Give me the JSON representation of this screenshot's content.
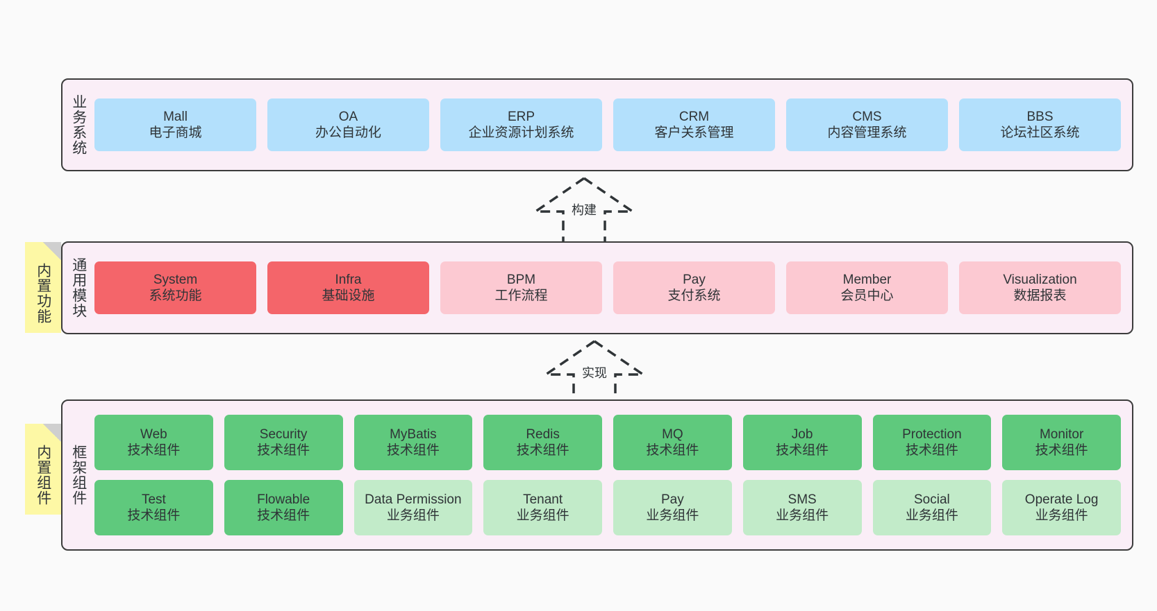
{
  "diagram": {
    "title": "ruoyi-vue-pro architecture layers",
    "background": "#fafafa",
    "colors": {
      "container_bg": "#faeef7",
      "container_border": "#3c3c3c",
      "business_box": "#b3e0fc",
      "module_active": "#f4656a",
      "module_inactive": "#fcc9d2",
      "tech_component": "#5fc97d",
      "biz_component": "#c2ebc9",
      "sticky_note": "#fdf8a5",
      "sticky_fold": "#cfcfcf"
    }
  },
  "layers": [
    {
      "id": "business",
      "label": "业务系统",
      "rows": [
        [
          {
            "t1": "Mall",
            "t2": "电子商城"
          },
          {
            "t1": "OA",
            "t2": "办公自动化"
          },
          {
            "t1": "ERP",
            "t2": "企业资源计划系统"
          },
          {
            "t1": "CRM",
            "t2": "客户关系管理"
          },
          {
            "t1": "CMS",
            "t2": "内容管理系统"
          },
          {
            "t1": "BBS",
            "t2": "论坛社区系统"
          }
        ]
      ]
    },
    {
      "id": "modules",
      "label": "通用模块",
      "sticky": "内置功能",
      "rows": [
        [
          {
            "t1": "System",
            "t2": "系统功能",
            "style": "c-red"
          },
          {
            "t1": "Infra",
            "t2": "基础设施",
            "style": "c-red"
          },
          {
            "t1": "BPM",
            "t2": "工作流程",
            "style": "c-pink"
          },
          {
            "t1": "Pay",
            "t2": "支付系统",
            "style": "c-pink"
          },
          {
            "t1": "Member",
            "t2": "会员中心",
            "style": "c-pink"
          },
          {
            "t1": "Visualization",
            "t2": "数据报表",
            "style": "c-pink"
          }
        ]
      ]
    },
    {
      "id": "framework",
      "label": "框架组件",
      "sticky": "内置组件",
      "rows": [
        [
          {
            "t1": "Web",
            "t2": "技术组件",
            "style": "c-green"
          },
          {
            "t1": "Security",
            "t2": "技术组件",
            "style": "c-green"
          },
          {
            "t1": "MyBatis",
            "t2": "技术组件",
            "style": "c-green"
          },
          {
            "t1": "Redis",
            "t2": "技术组件",
            "style": "c-green"
          },
          {
            "t1": "MQ",
            "t2": "技术组件",
            "style": "c-green"
          },
          {
            "t1": "Job",
            "t2": "技术组件",
            "style": "c-green"
          },
          {
            "t1": "Protection",
            "t2": "技术组件",
            "style": "c-green"
          },
          {
            "t1": "Monitor",
            "t2": "技术组件",
            "style": "c-green"
          }
        ],
        [
          {
            "t1": "Test",
            "t2": "技术组件",
            "style": "c-green"
          },
          {
            "t1": "Flowable",
            "t2": "技术组件",
            "style": "c-green"
          },
          {
            "t1": "Data Permission",
            "t2": "业务组件",
            "style": "c-lightgreen"
          },
          {
            "t1": "Tenant",
            "t2": "业务组件",
            "style": "c-lightgreen"
          },
          {
            "t1": "Pay",
            "t2": "业务组件",
            "style": "c-lightgreen"
          },
          {
            "t1": "SMS",
            "t2": "业务组件",
            "style": "c-lightgreen"
          },
          {
            "t1": "Social",
            "t2": "业务组件",
            "style": "c-lightgreen"
          },
          {
            "t1": "Operate Log",
            "t2": "业务组件",
            "style": "c-lightgreen"
          }
        ]
      ]
    }
  ],
  "connectors": [
    {
      "id": "build",
      "label": "构建",
      "from": "通用模块",
      "to": "业务系统",
      "style": "dashed-hollow-arrow"
    },
    {
      "id": "impl",
      "label": "实现",
      "from": "框架组件",
      "to": "通用模块",
      "style": "dashed-hollow-arrow"
    }
  ]
}
